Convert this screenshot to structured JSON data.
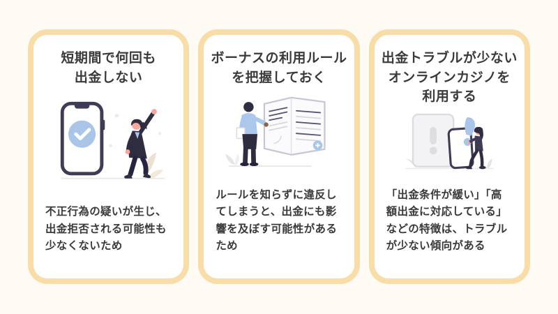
{
  "colors": {
    "page_background": "#FDFBF4",
    "card_border": "#F9DDA8",
    "card_background": "#FFFFFF",
    "text": "#3A3A3A",
    "accent_blue": "#A9C6E8",
    "illustration_navy": "#3F3D56",
    "illustration_dark": "#2F2E41"
  },
  "cards": [
    {
      "title": "短期間で何回も\n出金しない",
      "description": "不正行為の疑いが生じ、出金拒否される可能性も少なくないため",
      "illustration": "smartphone-checkmark-and-celebrating-woman"
    },
    {
      "title": "ボーナスの利用ルール\nを把握しておく",
      "description": "ルールを知らずに違反してしまうと、出金にも影響を及ぼす可能性があるため",
      "illustration": "man-reading-open-rulebook"
    },
    {
      "title": "出金トラブルが少ない\nオンラインカジノを\n利用する",
      "description": "「出金条件が緩い」「高額出金に対応している」などの特徴は、トラブルが少ない傾向がある",
      "illustration": "tablet-warning-phone-and-woman"
    }
  ]
}
